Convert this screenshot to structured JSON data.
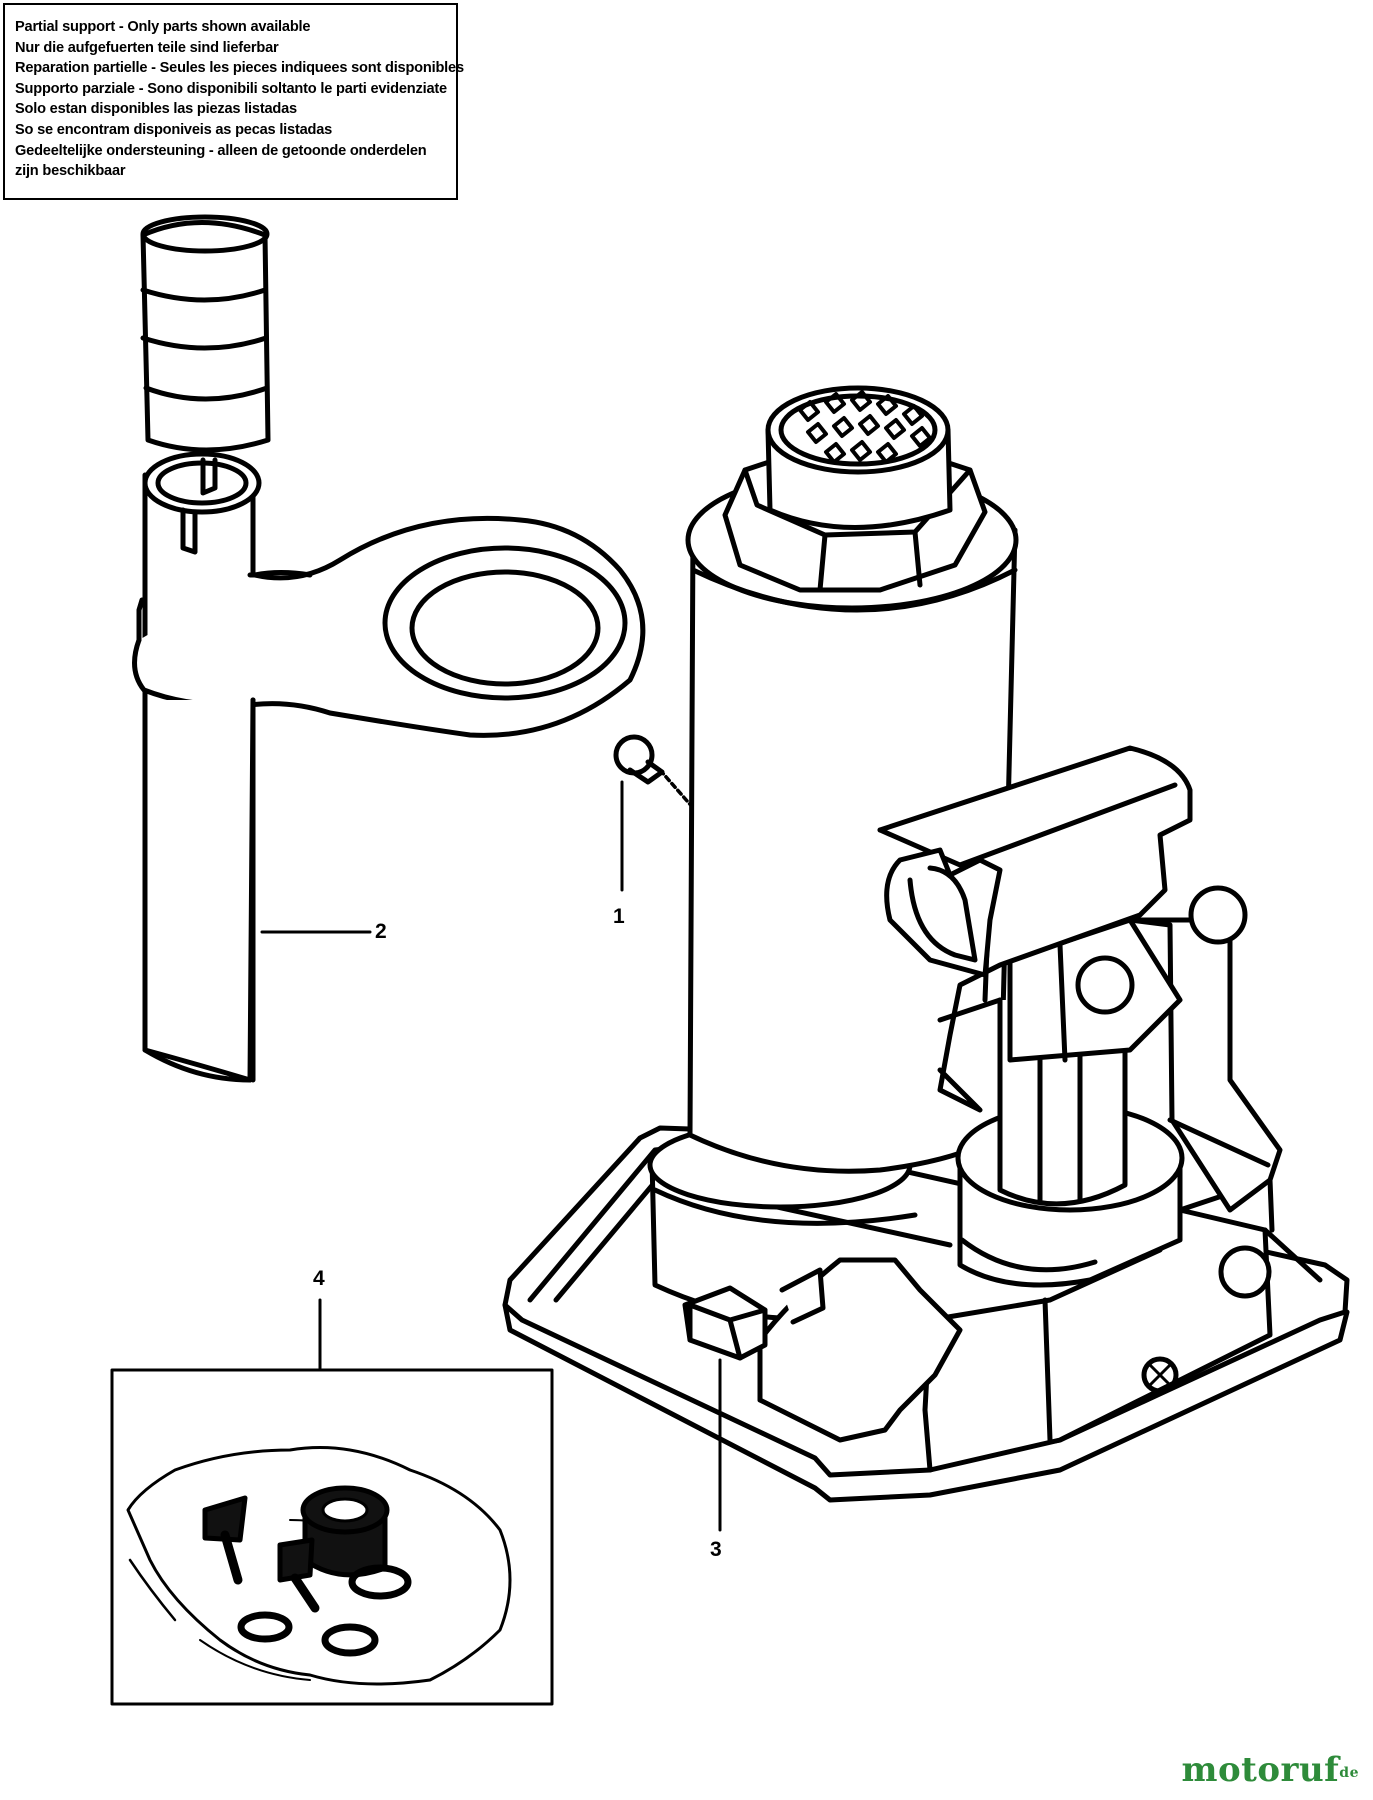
{
  "notice": {
    "lines": [
      "Partial support - Only parts shown available",
      "Nur die aufgefuerten teile sind lieferbar",
      "Reparation partielle - Seules les pieces indiquees sont disponibles",
      "Supporto parziale - Sono disponibili soltanto le parti evidenziate",
      "Solo estan disponibles las piezas listadas",
      "So se encontram disponiveis as pecas listadas",
      "Gedeeltelijke ondersteuning - alleen de getoonde onderdelen",
      "zijn beschikbaar"
    ]
  },
  "callouts": {
    "part1": "1",
    "part2": "2",
    "part3": "3",
    "part4": "4"
  },
  "watermark": {
    "text": "motoruf",
    "suffix": "de"
  },
  "colors": {
    "line": "#000000",
    "background": "#ffffff",
    "watermark": "#2e8b3a"
  }
}
